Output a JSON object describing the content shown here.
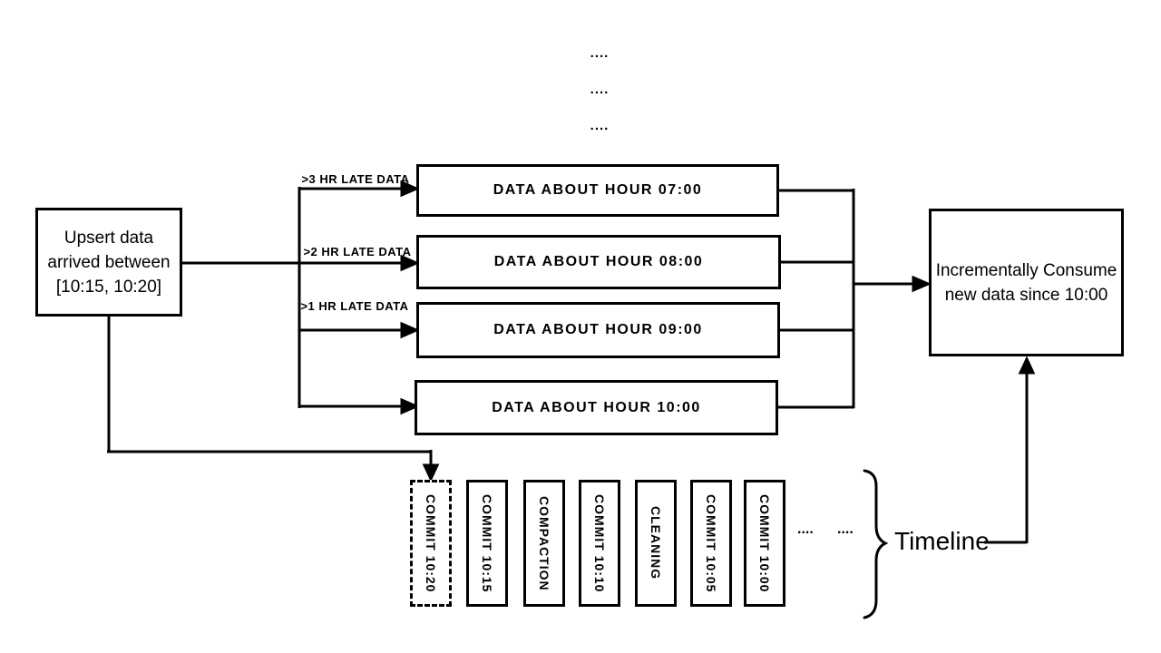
{
  "diagram": {
    "colors": {
      "ink": "#000000",
      "paper": "#ffffff"
    },
    "top_ellipsis": [
      "....",
      "....",
      "...."
    ],
    "upsert_box": {
      "line1": "Upsert data",
      "line2": "arrived between",
      "line3": "[10:15, 10:20]"
    },
    "late_arrows": [
      {
        "label": ">3 HR LATE DATA"
      },
      {
        "label": ">2 HR LATE DATA"
      },
      {
        "label": ">1 HR LATE DATA"
      }
    ],
    "data_boxes": [
      {
        "label": "DATA ABOUT HOUR 07:00"
      },
      {
        "label": "DATA ABOUT HOUR 08:00"
      },
      {
        "label": "DATA ABOUT HOUR 09:00"
      },
      {
        "label": "DATA ABOUT HOUR 10:00"
      }
    ],
    "consume_box": {
      "line1": "Incrementally Consume",
      "line2": "new data since 10:00"
    },
    "timeline": {
      "instants": [
        {
          "label": "COMMIT 10:20",
          "style": "dashed"
        },
        {
          "label": "COMMIT 10:15",
          "style": "solid"
        },
        {
          "label": "COMPACTION",
          "style": "solid"
        },
        {
          "label": "COMMIT 10:10",
          "style": "solid"
        },
        {
          "label": "CLEANING",
          "style": "solid"
        },
        {
          "label": "COMMIT 10:05",
          "style": "solid"
        },
        {
          "label": "COMMIT 10:00",
          "style": "solid"
        }
      ],
      "ellipsis": [
        "....",
        "...."
      ],
      "label": "Timeline"
    }
  }
}
